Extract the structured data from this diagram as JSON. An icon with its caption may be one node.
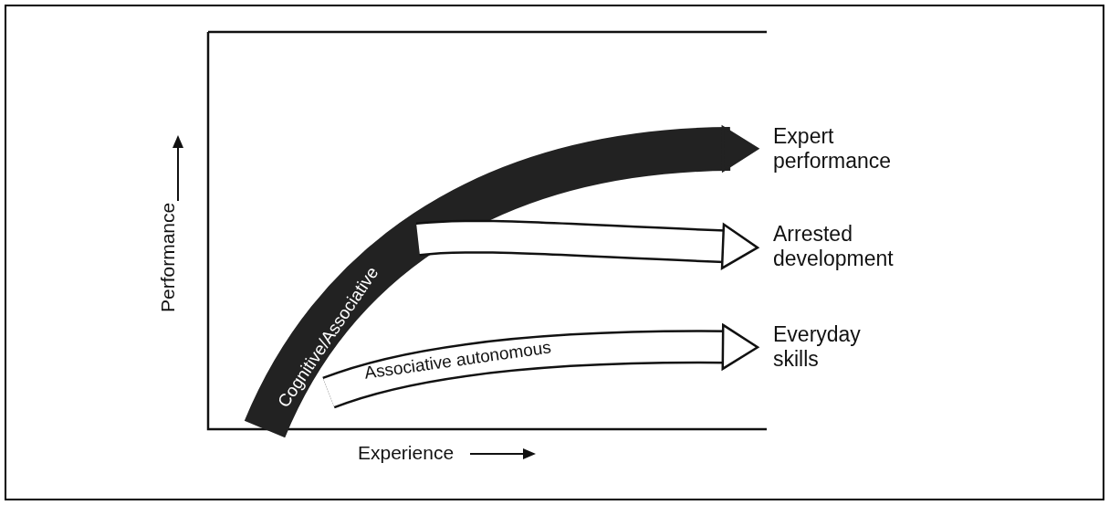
{
  "diagram": {
    "nodes": [
      {
        "text": [
          "Expert performance"
        ]
      },
      {
        "text": [
          "Arrested development"
        ]
      },
      {
        "text": [
          "Everyday skills"
        ]
      }
    ],
    "edges": [
      {
        "from": null,
        "to": 0,
        "arrow": "to",
        "label": "Cognitive/Associative",
        "color": "#222222"
      },
      {
        "from": null,
        "to": 1,
        "arrow": "to"
      },
      {
        "from": null,
        "to": 2,
        "arrow": "to",
        "label": "Associative autonomous"
      }
    ],
    "labels": [
      "Performance",
      "Experience"
    ]
  }
}
